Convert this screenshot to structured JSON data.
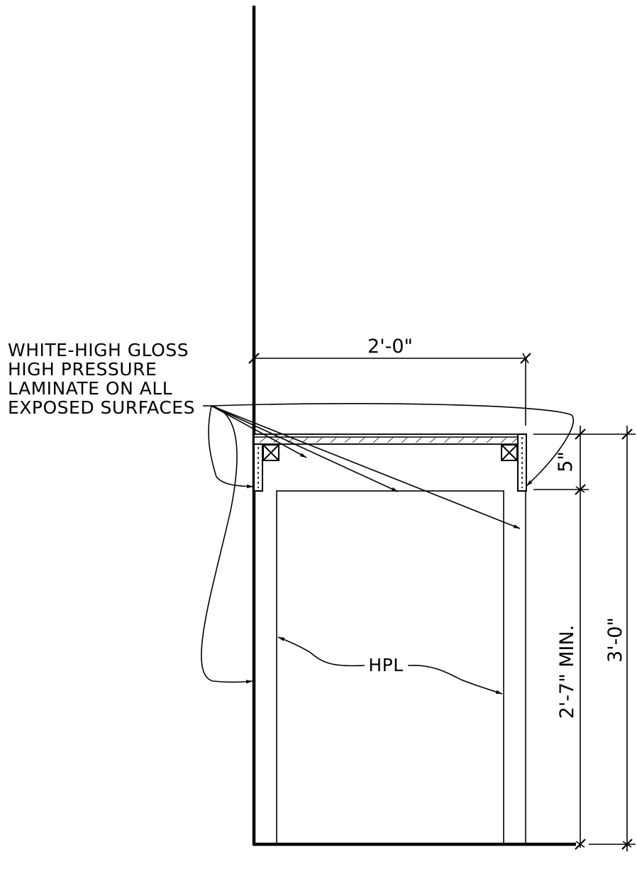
{
  "callouts": {
    "laminate_note": [
      "WHITE-HIGH GLOSS",
      "HIGH PRESSURE",
      "LAMINATE ON ALL",
      "EXPOSED SURFACES"
    ],
    "hpl_label": "HPL"
  },
  "dimensions": {
    "counter_depth": "2'-0\"",
    "apron_height": "5\"",
    "knee_clearance": "2'-7\" MIN.",
    "counter_height": "3'-0\""
  }
}
